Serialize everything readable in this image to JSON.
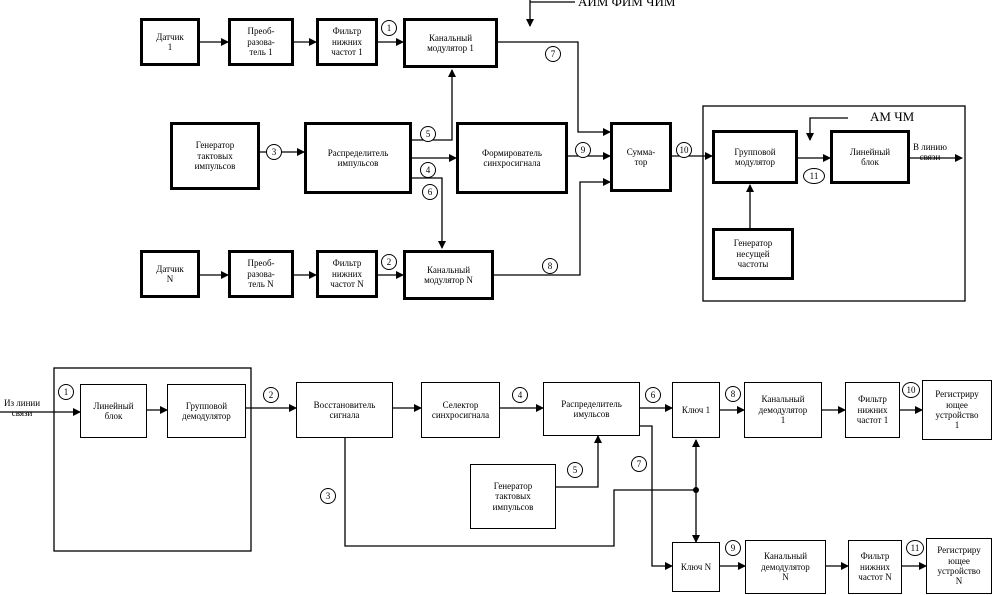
{
  "transmitter": {
    "sensor1": "Датчик\n1",
    "conv1": "Преоб-\nразова-\nтель 1",
    "lpf1": "Фильтр\nнижних\nчастот 1",
    "chmod1": "Канальный\nмодулятор 1",
    "generator": "Генератор\nтактовых\nимпульсов",
    "distributor": "Распределитель\nимпульсов",
    "syncformer": "Формирователь\nсинхросигнала",
    "summator": "Сумма-\nтор",
    "sensorN": "Датчик\nN",
    "convN": "Преоб-\nразова-\nтель N",
    "lpfN": "Фильтр\nнижних\nчастот N",
    "chmodN": "Канальный\nмодулятор N",
    "groupmod": "Групповой\nмодулятор",
    "linear": "Линейный\nблок",
    "carrier": "Генератор\nнесущей\nчастоты",
    "modulation_top": "АИМ ФИМ ЧИМ",
    "modulation_group": "АМ ЧМ",
    "to_line": "В линию\nсвязи",
    "markers": {
      "m1": "1",
      "m2": "2",
      "m3": "3",
      "m4": "4",
      "m5": "5",
      "m6": "6",
      "m7": "7",
      "m8": "8",
      "m9": "9",
      "m10": "10",
      "m11": "11"
    }
  },
  "receiver": {
    "from_line": "Из линии\nсвязи",
    "linear": "Линейный\nблок",
    "groupdemod": "Групповой\nдемодулятор",
    "restorer": "Восстановитель\nсигнала",
    "selector": "Селектор\nсинхросигнала",
    "distributor": "Распределитель\nимульсов",
    "generator": "Генератор\nтактовых\nимпульсов",
    "key1": "Ключ 1",
    "keyN": "Ключ N",
    "chdemod1": "Канальный\nдемодулятор\n1",
    "chdemodN": "Канальный\nдемодулятор\nN",
    "lpf1": "Фильтр\nнижних\nчастот 1",
    "lpfN": "Фильтр\nнижних\nчастот N",
    "reg1": "Регистриру\nющее\nустройство\n1",
    "regN": "Регистриру\nющее\nустройство\nN",
    "markers": {
      "m1": "1",
      "m2": "2",
      "m3": "3",
      "m4": "4",
      "m5": "5",
      "m6": "6",
      "m7": "7",
      "m8": "8",
      "m9": "9",
      "m10": "10",
      "m11": "11"
    }
  }
}
